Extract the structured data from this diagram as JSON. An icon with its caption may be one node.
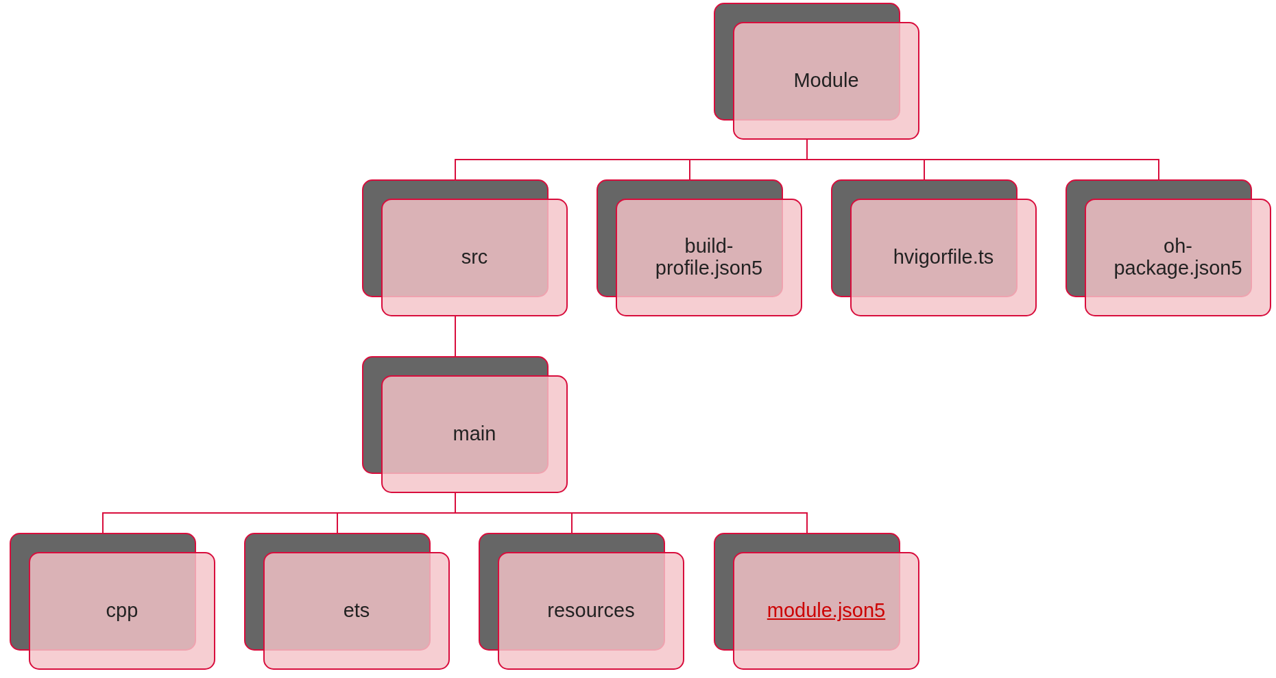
{
  "diagram": {
    "nodes": [
      {
        "text": [
          "Module"
        ]
      },
      {
        "text": [
          "src"
        ]
      },
      {
        "text": [
          "build-profile.json5"
        ]
      },
      {
        "text": [
          "hvigorfile.ts"
        ]
      },
      {
        "text": [
          "oh-package.json5"
        ]
      },
      {
        "text": [
          "main"
        ]
      },
      {
        "text": [
          "cpp"
        ]
      },
      {
        "text": [
          "ets"
        ]
      },
      {
        "text": [
          "resources"
        ]
      },
      {
        "text": [
          "module.json5"
        ]
      }
    ],
    "edges": [
      {
        "from": 0,
        "to": 1,
        "arrow": "none"
      },
      {
        "from": 0,
        "to": 2,
        "arrow": "none"
      },
      {
        "from": 0,
        "to": 3,
        "arrow": "none"
      },
      {
        "from": 0,
        "to": 4,
        "arrow": "none"
      },
      {
        "from": 1,
        "to": 5,
        "arrow": "none"
      },
      {
        "from": 5,
        "to": 6,
        "arrow": "none"
      },
      {
        "from": 5,
        "to": 7,
        "arrow": "none"
      },
      {
        "from": 5,
        "to": 8,
        "arrow": "none"
      },
      {
        "from": 5,
        "to": 9,
        "arrow": "none"
      }
    ]
  }
}
